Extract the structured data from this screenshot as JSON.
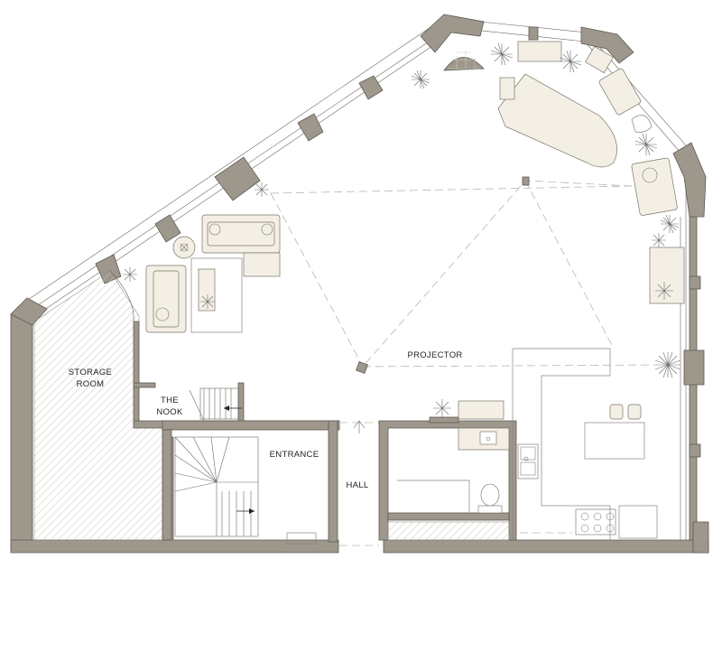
{
  "rooms": {
    "storage": [
      "STORAGE",
      "ROOM"
    ],
    "nook": [
      "THE",
      "NOOK"
    ],
    "entrance": "ENTRANCE",
    "hall": "HALL",
    "projector": "PROJECTOR"
  },
  "colors": {
    "wall": "#9d978c",
    "furniture": "#f3efe4",
    "hatch": "#c9c5bd",
    "projection": "#b9b6b0"
  },
  "icons": [
    "plant-icon",
    "piano-icon",
    "armchair-icon",
    "sofa-icon",
    "sink-icon",
    "toilet-icon",
    "stove-icon",
    "stair-icon",
    "door-icon",
    "projector-icon"
  ]
}
